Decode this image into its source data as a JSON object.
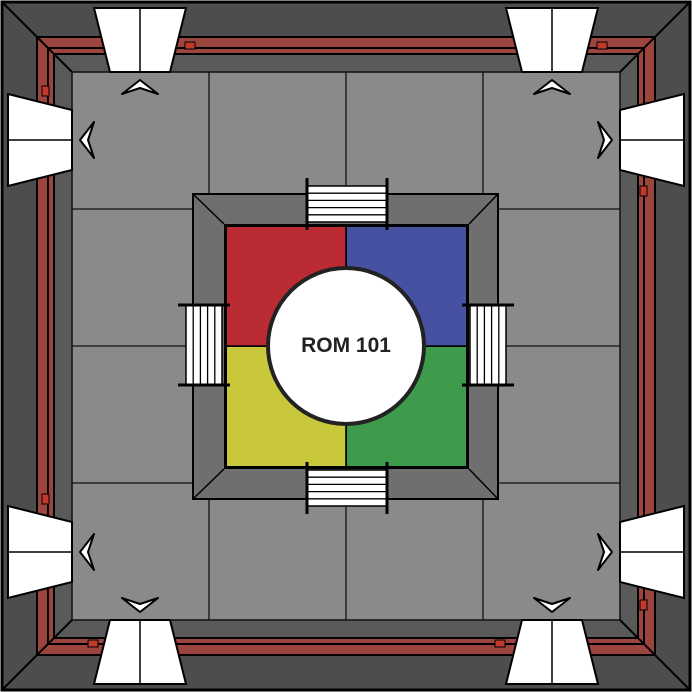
{
  "room": {
    "label": "ROM 101"
  },
  "colors": {
    "outer_frame": "#4d4d4d",
    "rail": "#9c453f",
    "floor": "#8a8a8a",
    "tile_line": "#111111",
    "pit_frame": "#6f6f6f",
    "quadrant_red": "#bb2b33",
    "quadrant_blue": "#4651a2",
    "quadrant_yellow": "#c9c83a",
    "quadrant_green": "#3e9b4b",
    "center_disc": "#ffffff",
    "door": "#ffffff",
    "arrow": "#ffffff"
  },
  "floor_grid": {
    "columns": 4,
    "rows": 4
  },
  "icons": {
    "doors": "entrance-door-icon",
    "arrows": "direction-arrow-icon",
    "stairs": "stairs-icon",
    "wall_markers": "wall-marker-icon"
  }
}
